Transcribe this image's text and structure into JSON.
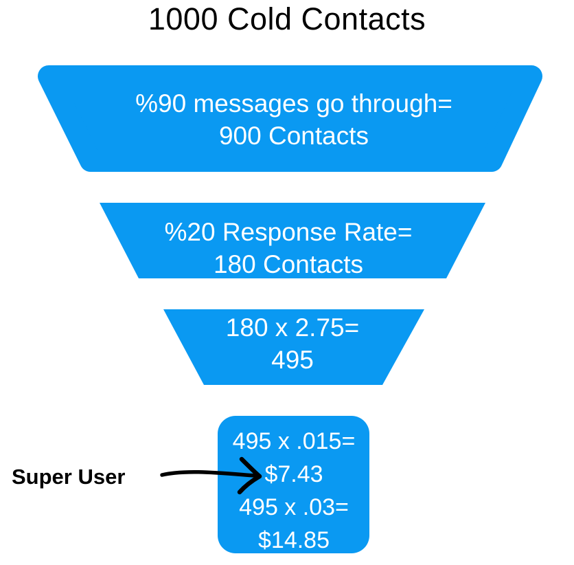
{
  "title": "1000 Cold Contacts",
  "colors": {
    "funnel_blue": "#0A99F2",
    "text_on_funnel": "#FFFFFF",
    "ink": "#000000"
  },
  "funnel": {
    "tiers": [
      {
        "lines": [
          "%90 messages go through=",
          "900 Contacts"
        ]
      },
      {
        "lines": [
          "%20 Response Rate=",
          "180 Contacts"
        ]
      },
      {
        "lines": [
          "180 x 2.75=",
          "495"
        ]
      }
    ],
    "result_box": {
      "lines": [
        "495 x .015=",
        "$7.43",
        "495 x .03=",
        "$14.85"
      ]
    }
  },
  "annotation": {
    "label": "Super User",
    "arrow_icon": "hand-drawn-arrow-right"
  }
}
